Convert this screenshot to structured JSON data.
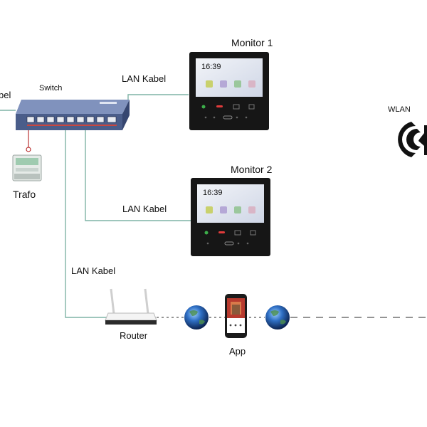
{
  "labels": {
    "lan_partial": "bel",
    "switch": "Switch",
    "lan_monitor1": "LAN Kabel",
    "lan_monitor2": "LAN Kabel",
    "lan_router": "LAN Kabel",
    "monitor1": "Monitor 1",
    "monitor2": "Monitor 2",
    "trafo": "Trafo",
    "router": "Router",
    "app": "App",
    "wlan": "WLAN"
  },
  "monitor1_screen": {
    "time": "16:39"
  },
  "monitor2_screen": {
    "time": "16:39"
  },
  "colors": {
    "cable": "#7fb3a6",
    "switch_body": "#4a5d8a",
    "monitor_body": "#161616",
    "globe": "#2a5aa8",
    "wlan_icon": "#111111"
  }
}
